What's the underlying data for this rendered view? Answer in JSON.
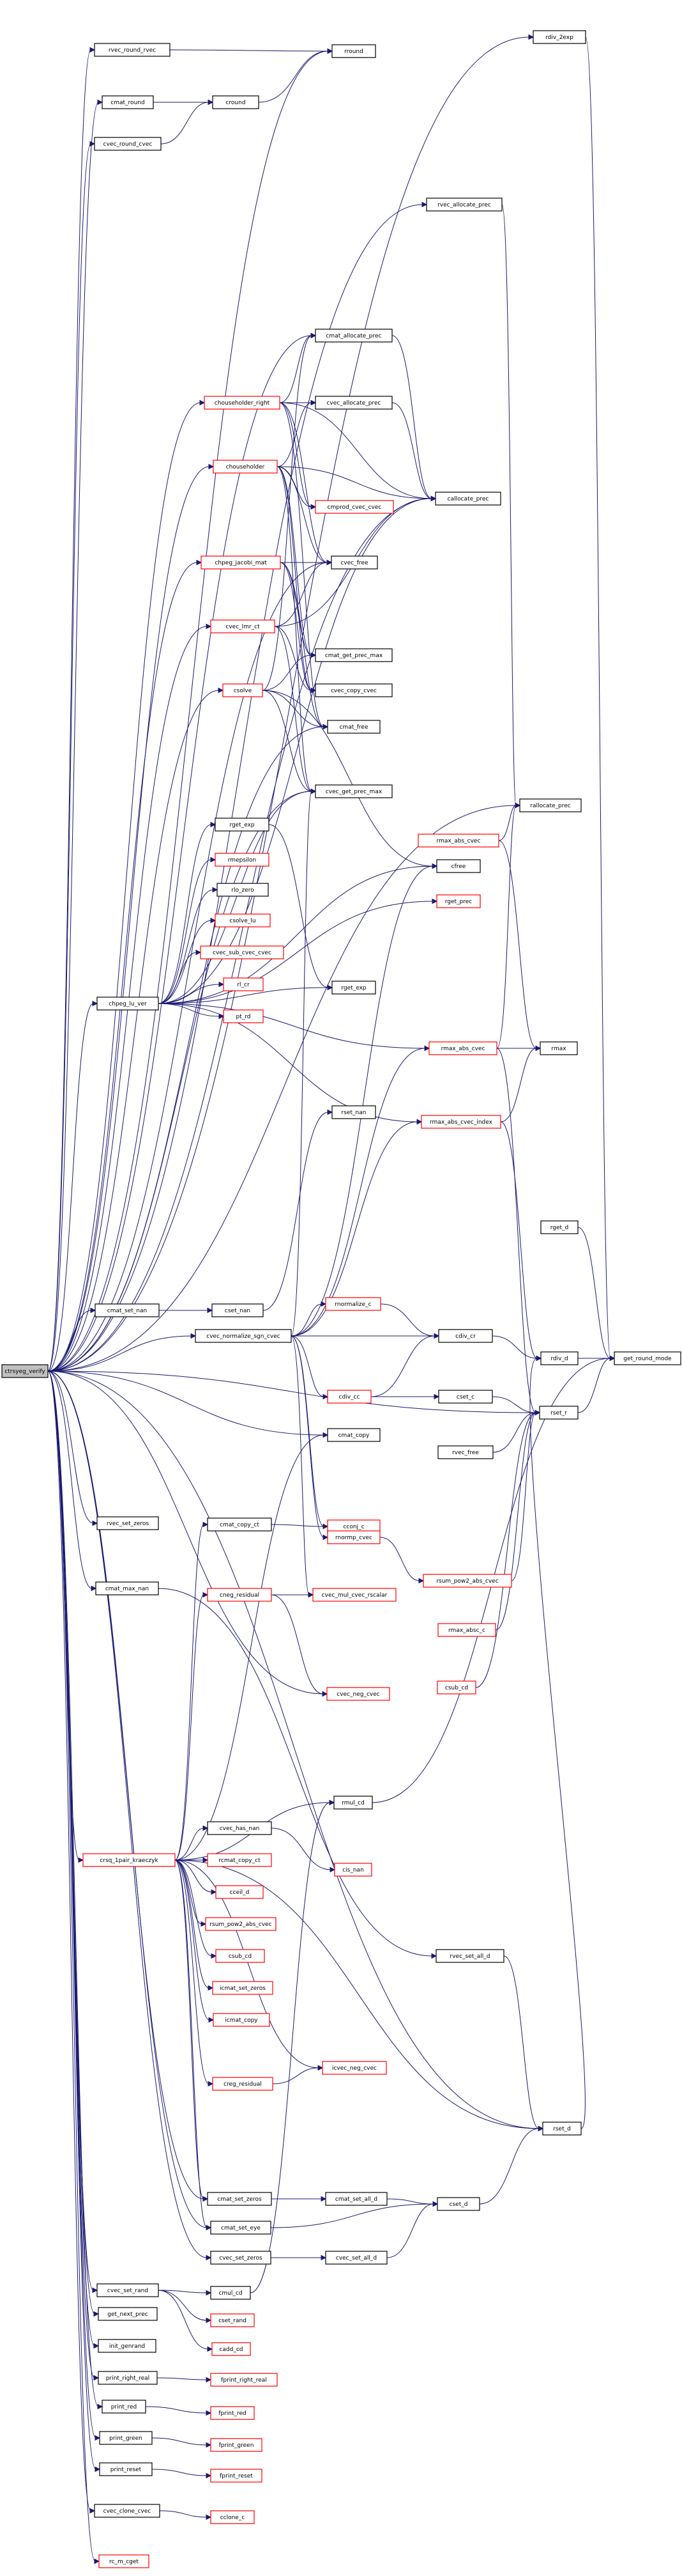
{
  "graph": {
    "root": "ctrsyeg_verify",
    "colors": {
      "edge": "#191970",
      "node_border_normal": "#000000",
      "node_border_undocumented": "#ff0000",
      "root_fill": "#bfbfbf"
    },
    "nodes": [
      {
        "id": "root",
        "label": "ctrsyeg_verify",
        "style": "root"
      },
      {
        "id": "n1",
        "label": "rvec_round_rvec",
        "style": "black"
      },
      {
        "id": "n2",
        "label": "cmat_round",
        "style": "black"
      },
      {
        "id": "n3",
        "label": "cvec_round_cvec",
        "style": "black"
      },
      {
        "id": "n4",
        "label": "cround",
        "style": "black"
      },
      {
        "id": "n5",
        "label": "rround",
        "style": "black"
      },
      {
        "id": "n6",
        "label": "rdiv_2exp",
        "style": "black"
      },
      {
        "id": "n7",
        "label": "rvec_allocate_prec",
        "style": "black"
      },
      {
        "id": "n8",
        "label": "cmat_allocate_prec",
        "style": "black"
      },
      {
        "id": "n9",
        "label": "chouseholder_right",
        "style": "red"
      },
      {
        "id": "n10",
        "label": "cvec_allocate_prec",
        "style": "black"
      },
      {
        "id": "n11",
        "label": "chouseholder",
        "style": "red"
      },
      {
        "id": "n12",
        "label": "cmprod_cvec_cvec",
        "style": "red"
      },
      {
        "id": "n13",
        "label": "callocate_prec",
        "style": "black"
      },
      {
        "id": "n14",
        "label": "chpeg_jacobi_mat",
        "style": "red"
      },
      {
        "id": "n15",
        "label": "cvec_free",
        "style": "black"
      },
      {
        "id": "n16",
        "label": "cvec_lmr_ct",
        "style": "red"
      },
      {
        "id": "n17",
        "label": "cmat_get_prec_max",
        "style": "black"
      },
      {
        "id": "n18",
        "label": "csolve",
        "style": "red"
      },
      {
        "id": "n19",
        "label": "cvec_copy_cvec",
        "style": "black"
      },
      {
        "id": "n20",
        "label": "cmat_free",
        "style": "black"
      },
      {
        "id": "n21",
        "label": "cvec_get_prec_max",
        "style": "black"
      },
      {
        "id": "n22",
        "label": "rallocate_prec",
        "style": "black"
      },
      {
        "id": "n23",
        "label": "rmax_abs_cvec",
        "style": "red"
      },
      {
        "id": "n24",
        "label": "rget_exp",
        "style": "black"
      },
      {
        "id": "n25",
        "label": "rmepsilon",
        "style": "red"
      },
      {
        "id": "n26",
        "label": "cfree",
        "style": "black"
      },
      {
        "id": "n27",
        "label": "rget_prec",
        "style": "red"
      },
      {
        "id": "n28",
        "label": "rlo_zero",
        "style": "black"
      },
      {
        "id": "n29",
        "label": "csolve_lu",
        "style": "red"
      },
      {
        "id": "n30",
        "label": "cvec_sub_cvec_cvec",
        "style": "red"
      },
      {
        "id": "n31",
        "label": "chpeg_lu_ver",
        "style": "black"
      },
      {
        "id": "n32",
        "label": "rl_cr",
        "style": "red"
      },
      {
        "id": "n33",
        "label": "pt_rd",
        "style": "red"
      },
      {
        "id": "n34",
        "label": "rget_exp",
        "style": "black"
      },
      {
        "id": "n35",
        "label": "rmax_abs_cvec",
        "style": "red"
      },
      {
        "id": "n36",
        "label": "rmax",
        "style": "black"
      },
      {
        "id": "n37",
        "label": "rset_nan",
        "style": "black"
      },
      {
        "id": "n38",
        "label": "rmax_abs_cvec_index",
        "style": "red"
      },
      {
        "id": "n39",
        "label": "cmat_set_nan",
        "style": "black"
      },
      {
        "id": "n40",
        "label": "cset_nan",
        "style": "black"
      },
      {
        "id": "n41",
        "label": "rget_d",
        "style": "black"
      },
      {
        "id": "n42",
        "label": "cvec_normalize_sgn_cvec",
        "style": "black"
      },
      {
        "id": "n43",
        "label": "rnormalize_c",
        "style": "red"
      },
      {
        "id": "n44",
        "label": "cdiv_cr",
        "style": "black"
      },
      {
        "id": "n45",
        "label": "rdiv_d",
        "style": "black"
      },
      {
        "id": "n46",
        "label": "get_round_mode",
        "style": "black"
      },
      {
        "id": "n47",
        "label": "cdiv_cc",
        "style": "red"
      },
      {
        "id": "n48",
        "label": "cset_c",
        "style": "black"
      },
      {
        "id": "n49",
        "label": "rset_r",
        "style": "black"
      },
      {
        "id": "n50",
        "label": "cmat_copy",
        "style": "black"
      },
      {
        "id": "n51",
        "label": "rvec_free",
        "style": "black"
      },
      {
        "id": "n52",
        "label": "rvec_set_zeros",
        "style": "black"
      },
      {
        "id": "n53",
        "label": "cmat_copy_ct",
        "style": "black"
      },
      {
        "id": "n54",
        "label": "cconj_c",
        "style": "red"
      },
      {
        "id": "n55",
        "label": "rnormp_cvec",
        "style": "red"
      },
      {
        "id": "n56",
        "label": "cmat_max_nan",
        "style": "black"
      },
      {
        "id": "n57",
        "label": "cneg_residual",
        "style": "red"
      },
      {
        "id": "n58",
        "label": "cvec_mul_cvec_rscalar",
        "style": "red"
      },
      {
        "id": "n59",
        "label": "rsum_pow2_abs_cvec",
        "style": "red"
      },
      {
        "id": "n60",
        "label": "rmax_absc_c",
        "style": "red"
      },
      {
        "id": "n61",
        "label": "cvec_neg_cvec",
        "style": "red"
      },
      {
        "id": "n62",
        "label": "csub_cd",
        "style": "red"
      },
      {
        "id": "n63",
        "label": "rmul_cd",
        "style": "black"
      },
      {
        "id": "n64",
        "label": "crsq_1pair_kraeczyk",
        "style": "red"
      },
      {
        "id": "n65",
        "label": "cvec_has_nan",
        "style": "black"
      },
      {
        "id": "n66",
        "label": "rcmat_copy_ct",
        "style": "red"
      },
      {
        "id": "n67",
        "label": "cis_nan",
        "style": "red"
      },
      {
        "id": "n68",
        "label": "cceil_d",
        "style": "red"
      },
      {
        "id": "n69",
        "label": "rsum_pow2_abs_cvec",
        "style": "red"
      },
      {
        "id": "n70",
        "label": "csub_cd",
        "style": "red"
      },
      {
        "id": "n71",
        "label": "rvec_set_all_d",
        "style": "black"
      },
      {
        "id": "n72",
        "label": "icmat_set_zeros",
        "style": "red"
      },
      {
        "id": "n73",
        "label": "icmat_copy",
        "style": "red"
      },
      {
        "id": "n74",
        "label": "creg_residual",
        "style": "red"
      },
      {
        "id": "n75",
        "label": "icvec_neg_cvec",
        "style": "red"
      },
      {
        "id": "n76",
        "label": "rset_d",
        "style": "black"
      },
      {
        "id": "n77",
        "label": "cmat_set_zeros",
        "style": "black"
      },
      {
        "id": "n78",
        "label": "cmat_set_all_d",
        "style": "black"
      },
      {
        "id": "n79",
        "label": "cmat_set_eye",
        "style": "black"
      },
      {
        "id": "n80",
        "label": "cset_d",
        "style": "black"
      },
      {
        "id": "n81",
        "label": "cvec_set_zeros",
        "style": "black"
      },
      {
        "id": "n82",
        "label": "cvec_set_all_d",
        "style": "black"
      },
      {
        "id": "n83",
        "label": "cvec_set_rand",
        "style": "black"
      },
      {
        "id": "n84",
        "label": "cmul_cd",
        "style": "black"
      },
      {
        "id": "n85",
        "label": "get_next_prec",
        "style": "black"
      },
      {
        "id": "n86",
        "label": "cset_rand",
        "style": "red"
      },
      {
        "id": "n87",
        "label": "init_genrand",
        "style": "black"
      },
      {
        "id": "n88",
        "label": "cadd_cd",
        "style": "red"
      },
      {
        "id": "n89",
        "label": "print_right_real",
        "style": "black"
      },
      {
        "id": "n90",
        "label": "fprint_right_real",
        "style": "red"
      },
      {
        "id": "n91",
        "label": "print_red",
        "style": "black"
      },
      {
        "id": "n92",
        "label": "fprint_red",
        "style": "red"
      },
      {
        "id": "n93",
        "label": "print_green",
        "style": "black"
      },
      {
        "id": "n94",
        "label": "fprint_green",
        "style": "red"
      },
      {
        "id": "n95",
        "label": "print_reset",
        "style": "black"
      },
      {
        "id": "n96",
        "label": "fprint_reset",
        "style": "red"
      },
      {
        "id": "n97",
        "label": "cvec_clone_cvec",
        "style": "black"
      },
      {
        "id": "n98",
        "label": "cclone_c",
        "style": "red"
      },
      {
        "id": "n99",
        "label": "rc_m_cget",
        "style": "red"
      }
    ]
  }
}
